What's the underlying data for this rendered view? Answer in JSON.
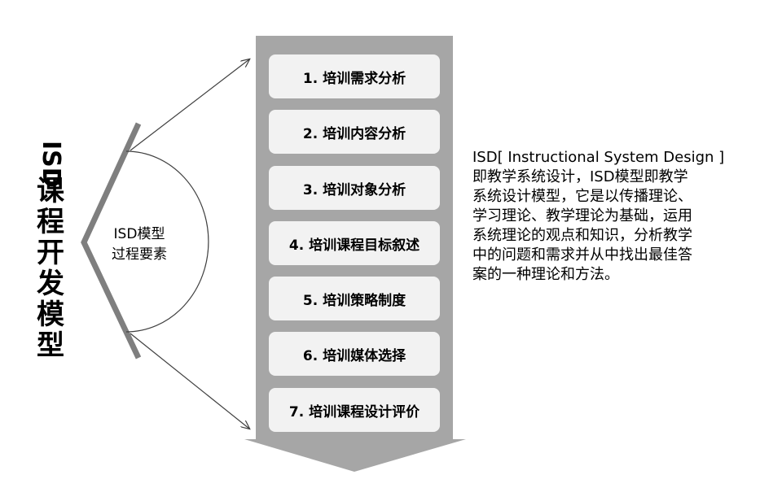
{
  "title_vertical": {
    "latin": "ISD",
    "chars": [
      "课",
      "程",
      "开",
      "发",
      "模",
      "型"
    ]
  },
  "arc_label": {
    "line1": "ISD模型",
    "line2": "过程要素"
  },
  "steps": [
    {
      "label": "1. 培训需求分析"
    },
    {
      "label": "2. 培训内容分析"
    },
    {
      "label": "3. 培训对象分析"
    },
    {
      "label": "4. 培训课程目标叙述"
    },
    {
      "label": "5. 培训策略制度"
    },
    {
      "label": "6. 培训媒体选择"
    },
    {
      "label": "7. 培训课程设计评价"
    }
  ],
  "description": {
    "lines": [
      "ISD[ Instructional System Design ]",
      "即教学系统设计，ISD模型即教学",
      "系统设计模型，它是以传播理论、",
      "学习理论、教学理论为基础，运用",
      "系统理论的观点和知识，分析教学",
      "中的问题和需求并从中找出最佳答",
      "案的一种理论和方法。"
    ]
  },
  "colors": {
    "arrow_gray": "#a6a6a6",
    "box_fill": "#f2f2f2",
    "chevron_gray": "#7f7f7f",
    "line_dark": "#404040"
  }
}
